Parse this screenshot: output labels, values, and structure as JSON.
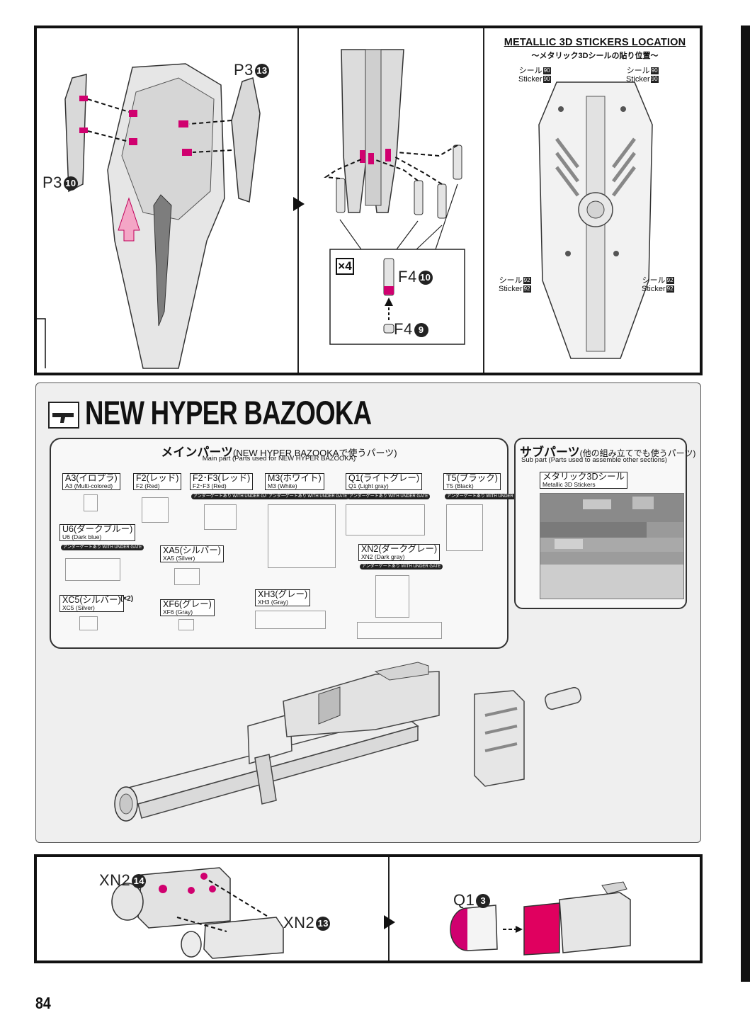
{
  "top_panel": {
    "step1": {
      "label_p3_13": "P3",
      "label_p3_13_num": "13",
      "label_p3_10": "P3",
      "label_p3_10_num": "10"
    },
    "step2": {
      "multiplier": "×4",
      "label_f4_10": "F4",
      "label_f4_10_num": "10",
      "label_f4_9": "F4",
      "label_f4_9_num": "9"
    },
    "stickers": {
      "title": "METALLIC 3D STICKERS LOCATION",
      "subtitle": "～メタリック3Dシールの貼り位置～",
      "notes": [
        {
          "jp": "シール",
          "en": "Sticker",
          "num": "90"
        },
        {
          "jp": "シール",
          "en": "Sticker",
          "num": "90"
        },
        {
          "jp": "シール",
          "en": "Sticker",
          "num": "92"
        },
        {
          "jp": "シール",
          "en": "Sticker",
          "num": "92"
        }
      ]
    }
  },
  "section": {
    "title": "NEW HYPER BAZOOKA",
    "main_parts": {
      "title": "メインパーツ",
      "title_suffix": "(NEW HYPER BAZOOKAで使うパーツ)",
      "subtitle": "Main part (Parts used for NEW HYPER BAZOOKA)",
      "runners": [
        {
          "jp": "A3(イロプラ)",
          "en": "A3 (Multi-colored)"
        },
        {
          "jp": "F2(レッド)",
          "en": "F2 (Red)"
        },
        {
          "jp": "F2･F3(レッド)",
          "en": "F2･F3 (Red)",
          "gate": "アンダーゲートあり WITH UNDER GATE"
        },
        {
          "jp": "M3(ホワイト)",
          "en": "M3 (White)",
          "gate": "アンダーゲートあり WITH UNDER GATE"
        },
        {
          "jp": "Q1(ライトグレー)",
          "en": "Q1 (Light gray)",
          "gate": "アンダーゲートあり WITH UNDER GATE"
        },
        {
          "jp": "T5(ブラック)",
          "en": "T5 (Black)",
          "gate": "アンダーゲートあり WITH UNDER GATE"
        },
        {
          "jp": "U6(ダークブルー)",
          "en": "U6 (Dark blue)",
          "gate": "アンダーゲートあり WITH UNDER GATE"
        },
        {
          "jp": "XA5(シルバー)",
          "en": "XA5 (Silver)"
        },
        {
          "jp": "XN2(ダークグレー)",
          "en": "XN2 (Dark gray)",
          "gate": "アンダーゲートあり WITH UNDER GATE"
        },
        {
          "jp": "XC5(シルバー)",
          "en": "XC5 (Silver)",
          "qty": "(×2)"
        },
        {
          "jp": "XF6(グレー)",
          "en": "XF6 (Gray)"
        },
        {
          "jp": "XH3(グレー)",
          "en": "XH3 (Gray)"
        }
      ]
    },
    "sub_parts": {
      "title": "サブパーツ",
      "title_suffix": "(他の組み立てでも使うパーツ)",
      "subtitle": "Sub part (Parts used to assemble other sections)",
      "sticker_jp": "メタリック3Dシール",
      "sticker_en": "Metallic 3D Stickers"
    }
  },
  "bottom_panel": {
    "label_xn2_14": "XN2",
    "label_xn2_14_num": "14",
    "label_xn2_13": "XN2",
    "label_xn2_13_num": "13",
    "label_q1_3": "Q1",
    "label_q1_3_num": "3"
  },
  "page_number": "84",
  "colors": {
    "accent": "#d0006f",
    "frame": "#111111",
    "part_fill": "#e4e4e4"
  }
}
